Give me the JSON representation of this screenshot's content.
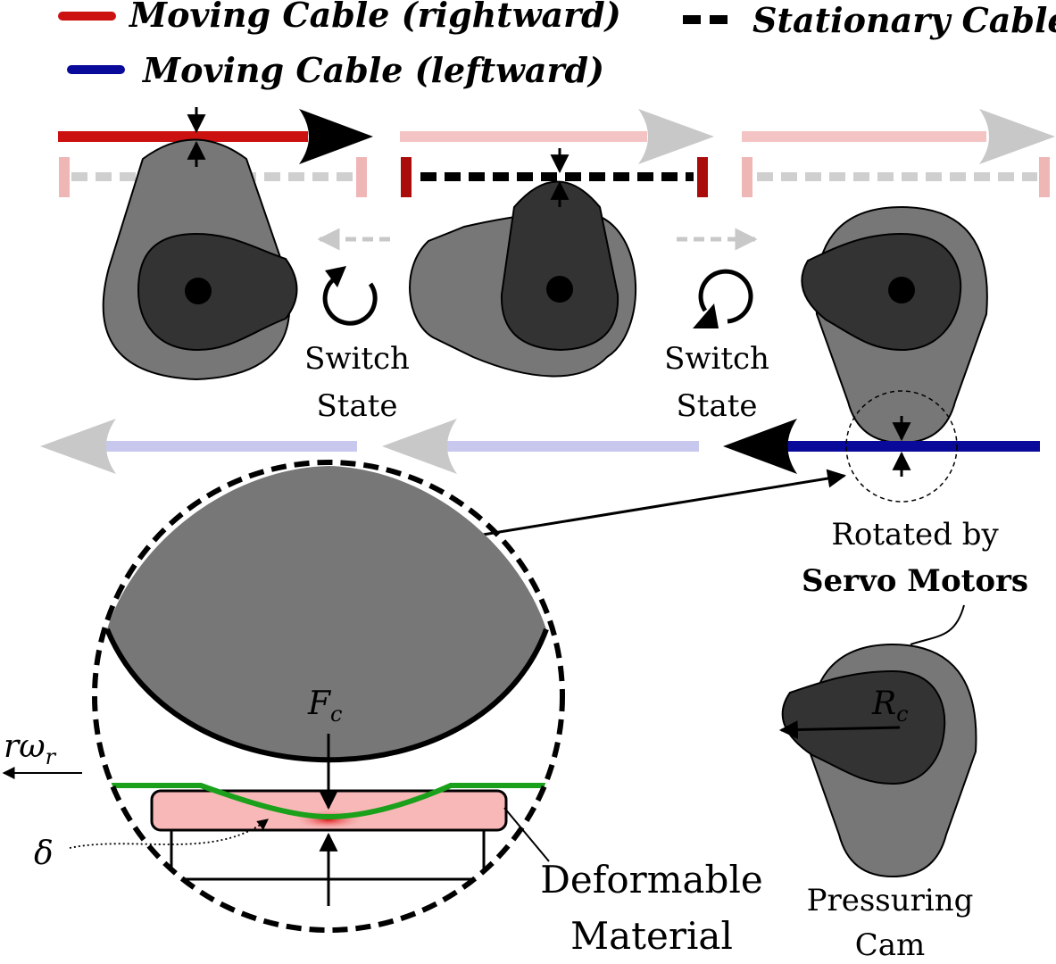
{
  "legend": {
    "rightward": "Moving Cable (rightward)",
    "leftward": "Moving Cable (leftward)",
    "stationary": "Stationary Cable"
  },
  "labels": {
    "switch_state_1": [
      "Switch",
      "State"
    ],
    "switch_state_2": [
      "Switch",
      "State"
    ],
    "rotated_by": "Rotated by",
    "servo_motors": "Servo Motors",
    "pressuring_cam": [
      "Pressuring",
      "Cam"
    ],
    "deformable_material": [
      "Deformable",
      "Material"
    ]
  },
  "math": {
    "force": "F",
    "force_sub": "c",
    "velocity": "rω",
    "velocity_sub": "r",
    "radius": "R",
    "radius_sub": "c",
    "deformation": "δ"
  },
  "colors": {
    "rightward_cable": "#cc1111",
    "leftward_cable": "#0a0a9a",
    "stationary_cable": "#000000",
    "cam_outer": "#777777",
    "cam_inner": "#333333",
    "contact_line": "#1aa01a",
    "deformable_fill": "#f8b8b8"
  }
}
